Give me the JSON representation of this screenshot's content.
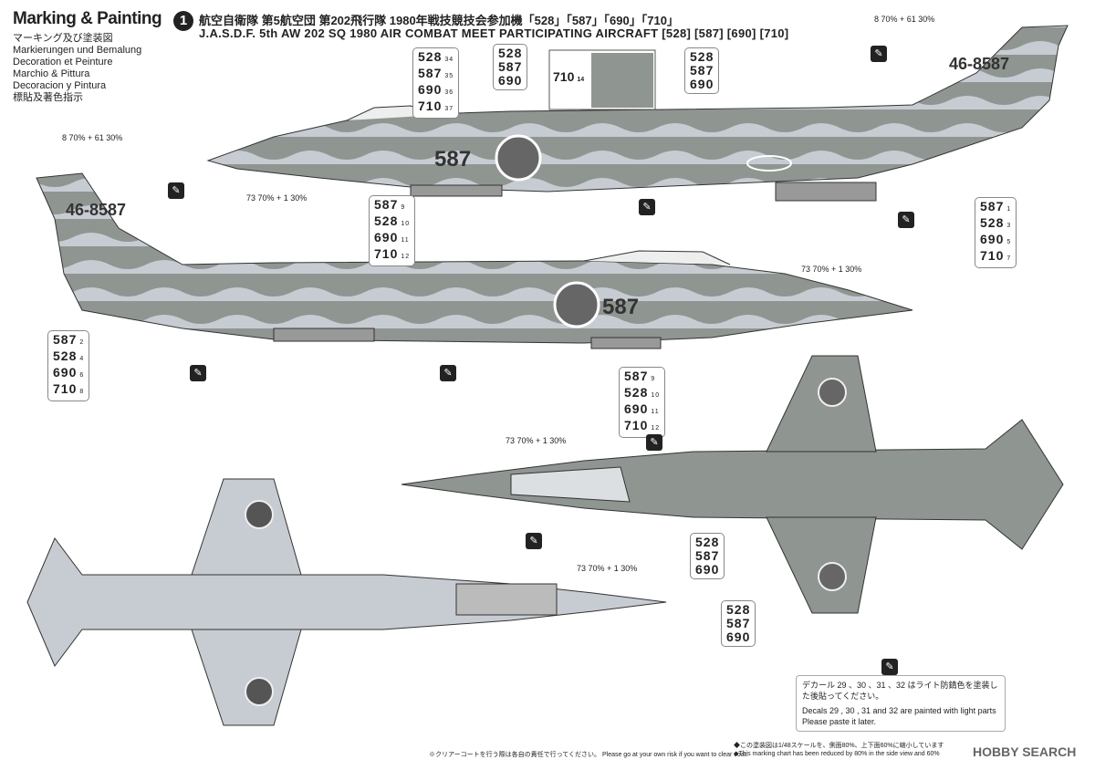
{
  "header": {
    "title": "Marking & Painting",
    "languages": [
      "マーキング及び塗装図",
      "Markierungen und Bemalung",
      "Decoration et Peinture",
      "Marchio & Pittura",
      "Decoracion y Pintura",
      "標貼及著色指示"
    ],
    "number": "1",
    "jp_heading": "航空自衛隊 第5航空団 第202飛行隊 1980年戦技競技会参加機「528」「587」「690」「710」",
    "en_heading": "J.A.S.D.F. 5th AW 202 SQ 1980 AIR COMBAT MEET PARTICIPATING AIRCRAFT [528] [587] [690] [710]"
  },
  "tail_code": "46-8587",
  "nose_number": "587",
  "mix_labels": {
    "m1": "8 70% + 61 30%",
    "m2": "73 70% + 1 30%"
  },
  "boxes": {
    "b1": [
      [
        "528",
        "34"
      ],
      [
        "587",
        "35"
      ],
      [
        "690",
        "36"
      ],
      [
        "710",
        "37"
      ]
    ],
    "b2": [
      [
        "528",
        ""
      ],
      [
        "587",
        ""
      ],
      [
        "690",
        ""
      ]
    ],
    "b3": [
      [
        "710",
        "14"
      ]
    ],
    "b4": [
      [
        "528",
        ""
      ],
      [
        "587",
        ""
      ],
      [
        "690",
        ""
      ]
    ],
    "b5": [
      [
        "587",
        "1"
      ],
      [
        "528",
        "3"
      ],
      [
        "690",
        "5"
      ],
      [
        "710",
        "7"
      ]
    ],
    "b6": [
      [
        "587",
        "9"
      ],
      [
        "528",
        "10"
      ],
      [
        "690",
        "11"
      ],
      [
        "710",
        "12"
      ]
    ],
    "b7": [
      [
        "587",
        "2"
      ],
      [
        "528",
        "4"
      ],
      [
        "690",
        "6"
      ],
      [
        "710",
        "8"
      ]
    ],
    "b8": [
      [
        "587",
        "9"
      ],
      [
        "528",
        "10"
      ],
      [
        "690",
        "11"
      ],
      [
        "710",
        "12"
      ]
    ],
    "b9": [
      [
        "528",
        ""
      ],
      [
        "587",
        ""
      ],
      [
        "690",
        ""
      ]
    ],
    "b10": [
      [
        "528",
        ""
      ],
      [
        "587",
        ""
      ],
      [
        "690",
        ""
      ]
    ]
  },
  "note": {
    "jp": "デカール 29 、30 、31 、32 はライト防錆色を塗装した後貼ってください。",
    "en": "Decals 29 , 30 , 31 and 32 are painted with light parts Please paste it later."
  },
  "footer": {
    "left": "※クリアーコートを行う際は各自の責任で行ってください。 Please go at your own risk if you want to clear coat.",
    "right1": "◆この塗装図は1/48スケールを、側面80%、上下面60%に縮小しています",
    "right2": "◆This marking chart has been reduced by 80% in the side view and 60%",
    "brand": "HOBBY SEARCH"
  }
}
